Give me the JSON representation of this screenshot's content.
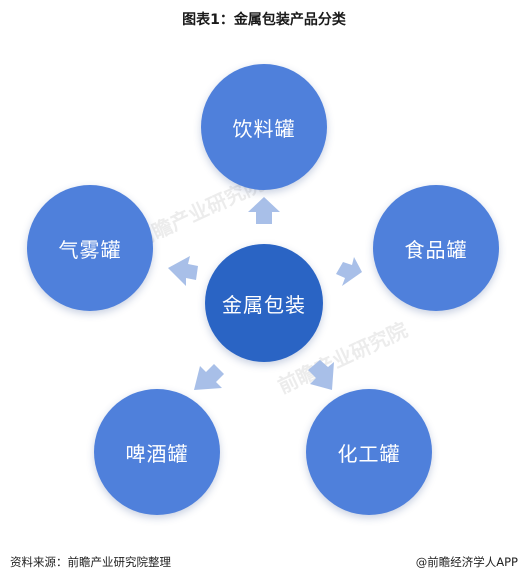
{
  "title": "图表1：金属包装产品分类",
  "center": {
    "label": "金属包装"
  },
  "nodes": {
    "beverage": "饮料罐",
    "food": "食品罐",
    "chemical": "化工罐",
    "beer": "啤酒罐",
    "aerosol": "气雾罐"
  },
  "footer": {
    "source": "资料来源：前瞻产业研究院整理",
    "credit": "@前瞻经济学人APP"
  },
  "watermark": "前瞻产业研究院",
  "colors": {
    "outer": "#4f80db",
    "center": "#2a64c4",
    "arrow": "#a8bfe8"
  }
}
